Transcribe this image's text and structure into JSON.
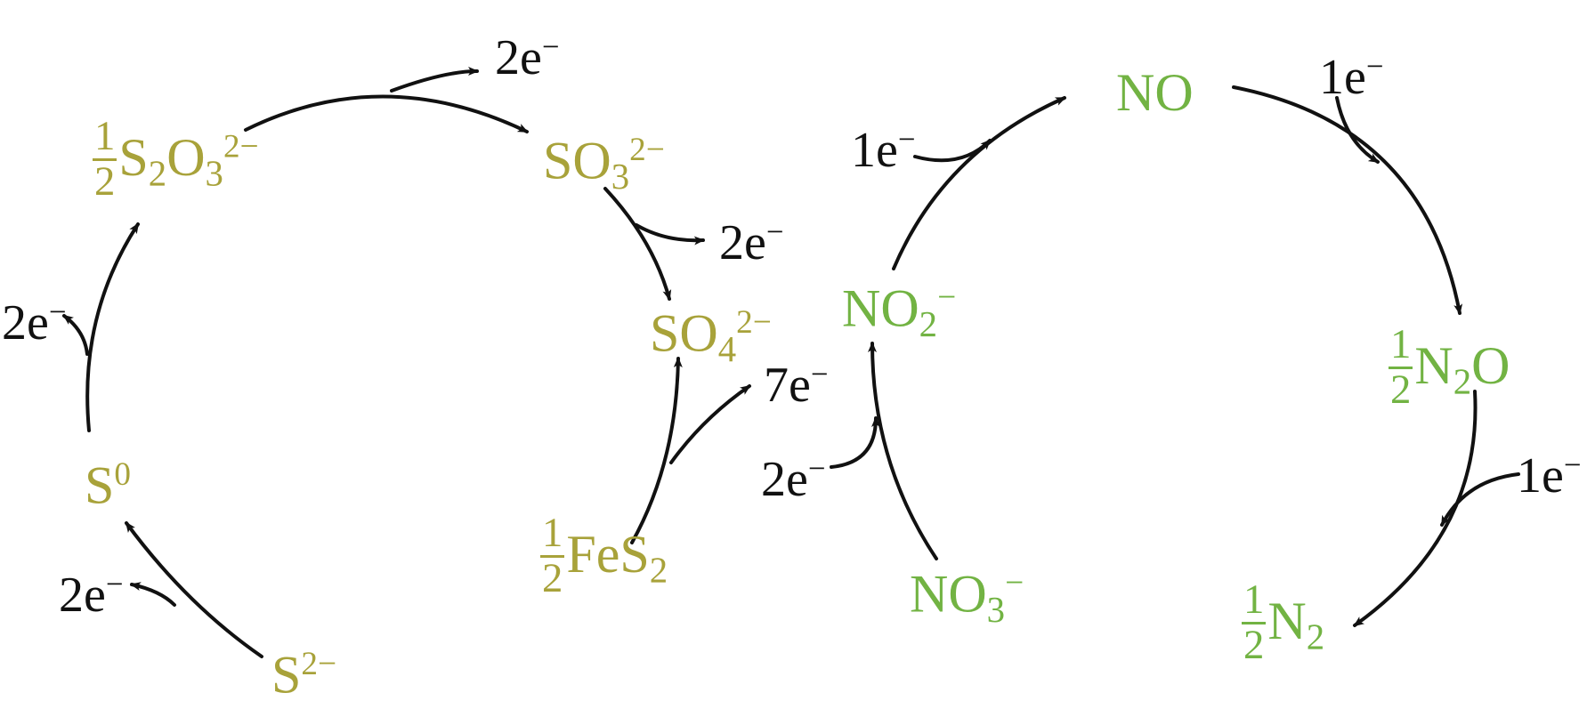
{
  "colors": {
    "sulfur": "#a8a23a",
    "nitrogen": "#72b343",
    "electron": "#111111",
    "arrow": "#111111"
  },
  "sulfur_species": {
    "s2_minus": {
      "base": "S",
      "sup": "2−"
    },
    "s0": {
      "base": "S",
      "sup": "0"
    },
    "thiosulfate": {
      "coef_num": "1",
      "coef_den": "2",
      "base1": "S",
      "sub1": "2",
      "base2": "O",
      "sub2": "3",
      "sup": "2−"
    },
    "sulfite": {
      "base": "SO",
      "sub": "3",
      "sup": "2−"
    },
    "sulfate": {
      "base": "SO",
      "sub": "4",
      "sup": "2−"
    },
    "pyrite": {
      "coef_num": "1",
      "coef_den": "2",
      "base": "FeS",
      "sub": "2"
    }
  },
  "nitrogen_species": {
    "nitrate": {
      "base": "NO",
      "sub": "3",
      "sup": "−"
    },
    "nitrite": {
      "base": "NO",
      "sub": "2",
      "sup": "−"
    },
    "no": {
      "base": "NO"
    },
    "n2o": {
      "coef_num": "1",
      "coef_den": "2",
      "base1": "N",
      "sub1": "2",
      "base2": "O"
    },
    "n2": {
      "coef_num": "1",
      "coef_den": "2",
      "base": "N",
      "sub": "2"
    }
  },
  "electrons": {
    "s2_to_s0": {
      "count": "2e",
      "sup": "−"
    },
    "s0_to_s2o3": {
      "count": "2e",
      "sup": "−"
    },
    "s2o3_to_so3": {
      "count": "2e",
      "sup": "−"
    },
    "so3_to_so4": {
      "count": "2e",
      "sup": "−"
    },
    "fes2_to_so4": {
      "count": "7e",
      "sup": "−"
    },
    "no3_to_no2": {
      "count": "2e",
      "sup": "−"
    },
    "no2_to_no": {
      "count": "1e",
      "sup": "−"
    },
    "no_to_n2o": {
      "count": "1e",
      "sup": "−"
    },
    "n2o_to_n2": {
      "count": "1e",
      "sup": "−"
    }
  }
}
